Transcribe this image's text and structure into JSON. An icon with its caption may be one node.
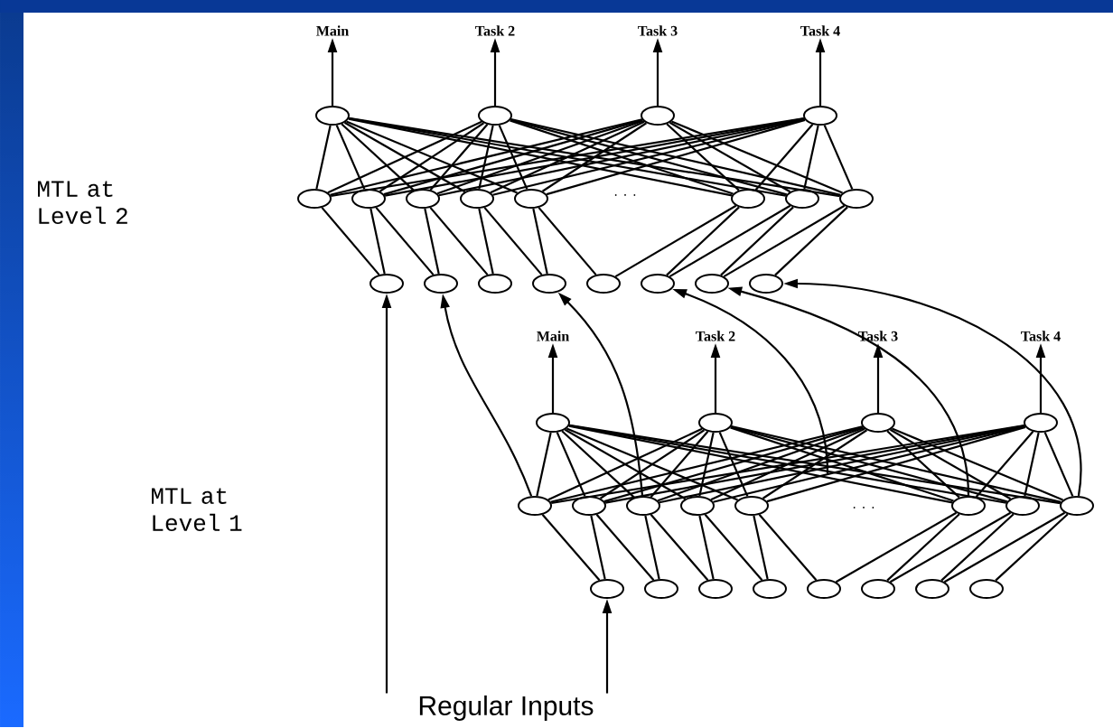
{
  "diagram": {
    "nodes": [
      {
        "text": [
          "Main"
        ]
      },
      {
        "text": [
          "Task 2"
        ]
      },
      {
        "text": [
          "Task 3"
        ]
      },
      {
        "text": [
          "Task 4"
        ]
      },
      {
        "text": [],
        "shape": "circle"
      },
      {
        "text": [],
        "shape": "circle"
      },
      {
        "text": [],
        "shape": "circle"
      },
      {
        "text": [],
        "shape": "circle"
      },
      {
        "text": [],
        "shape": "circle"
      },
      {
        "text": [],
        "shape": "circle"
      },
      {
        "text": [],
        "shape": "circle"
      },
      {
        "text": [],
        "shape": "circle"
      },
      {
        "text": [],
        "shape": "circle"
      },
      {
        "text": [],
        "shape": "circle"
      },
      {
        "text": [],
        "shape": "circle"
      },
      {
        "text": [],
        "shape": "circle"
      },
      {
        "text": [],
        "shape": "circle"
      },
      {
        "text": [],
        "shape": "circle"
      },
      {
        "text": [],
        "shape": "circle"
      },
      {
        "text": [],
        "shape": "circle"
      },
      {
        "text": [],
        "shape": "circle"
      },
      {
        "text": [],
        "shape": "circle"
      },
      {
        "text": [],
        "shape": "circle"
      },
      {
        "text": [],
        "shape": "circle"
      },
      {
        "text": [
          "Main"
        ]
      },
      {
        "text": [
          "Task 2"
        ]
      },
      {
        "text": [
          "Task 3"
        ]
      },
      {
        "text": [
          "Task 4"
        ]
      },
      {
        "text": [],
        "shape": "circle"
      },
      {
        "text": [],
        "shape": "circle"
      },
      {
        "text": [],
        "shape": "circle"
      },
      {
        "text": [],
        "shape": "circle"
      },
      {
        "text": [],
        "shape": "circle"
      },
      {
        "text": [],
        "shape": "circle"
      },
      {
        "text": [],
        "shape": "circle"
      },
      {
        "text": [],
        "shape": "circle"
      },
      {
        "text": [],
        "shape": "circle"
      },
      {
        "text": [],
        "shape": "circle"
      },
      {
        "text": [],
        "shape": "circle"
      },
      {
        "text": [],
        "shape": "circle"
      },
      {
        "text": [],
        "shape": "circle"
      },
      {
        "text": [],
        "shape": "circle"
      },
      {
        "text": [],
        "shape": "circle"
      },
      {
        "text": [],
        "shape": "circle"
      },
      {
        "text": [],
        "shape": "circle"
      },
      {
        "text": [],
        "shape": "circle"
      },
      {
        "text": [],
        "shape": "circle"
      },
      {
        "text": [],
        "shape": "circle"
      },
      {
        "text": [
          "Regular Inputs"
        ]
      }
    ],
    "edges": [
      {
        "from": 4,
        "to": 0,
        "arrow": "to"
      },
      {
        "from": 5,
        "to": 1,
        "arrow": "to"
      },
      {
        "from": 6,
        "to": 2,
        "arrow": "to"
      },
      {
        "from": 7,
        "to": 3,
        "arrow": "to"
      },
      {
        "from": 28,
        "to": 24,
        "arrow": "to"
      },
      {
        "from": 29,
        "to": 25,
        "arrow": "to"
      },
      {
        "from": 30,
        "to": 26,
        "arrow": "to"
      },
      {
        "from": 31,
        "to": 27,
        "arrow": "to"
      },
      {
        "from": 48,
        "to": 16,
        "arrow": "to"
      },
      {
        "from": 48,
        "to": 40,
        "arrow": "to"
      },
      {
        "from": 32,
        "to": 17,
        "arrow": "to"
      },
      {
        "from": 34,
        "to": 19,
        "arrow": "to"
      },
      {
        "from": null,
        "to": 21,
        "arrow": "to"
      },
      {
        "from": 37,
        "to": 22,
        "arrow": "to"
      },
      {
        "from": 39,
        "to": 23,
        "arrow": "to"
      },
      {
        "from": 4,
        "to": 8,
        "arrow": "none"
      },
      {
        "from": 4,
        "to": 9,
        "arrow": "none"
      },
      {
        "from": 4,
        "to": 10,
        "arrow": "none"
      },
      {
        "from": 4,
        "to": 11,
        "arrow": "none"
      },
      {
        "from": 4,
        "to": 12,
        "arrow": "none"
      },
      {
        "from": 4,
        "to": 13,
        "arrow": "none"
      },
      {
        "from": 4,
        "to": 14,
        "arrow": "none"
      },
      {
        "from": 4,
        "to": 15,
        "arrow": "none"
      },
      {
        "from": 5,
        "to": 8,
        "arrow": "none"
      },
      {
        "from": 5,
        "to": 9,
        "arrow": "none"
      },
      {
        "from": 5,
        "to": 10,
        "arrow": "none"
      },
      {
        "from": 5,
        "to": 11,
        "arrow": "none"
      },
      {
        "from": 5,
        "to": 12,
        "arrow": "none"
      },
      {
        "from": 5,
        "to": 13,
        "arrow": "none"
      },
      {
        "from": 5,
        "to": 14,
        "arrow": "none"
      },
      {
        "from": 5,
        "to": 15,
        "arrow": "none"
      },
      {
        "from": 6,
        "to": 8,
        "arrow": "none"
      },
      {
        "from": 6,
        "to": 9,
        "arrow": "none"
      },
      {
        "from": 6,
        "to": 10,
        "arrow": "none"
      },
      {
        "from": 6,
        "to": 11,
        "arrow": "none"
      },
      {
        "from": 6,
        "to": 12,
        "arrow": "none"
      },
      {
        "from": 6,
        "to": 13,
        "arrow": "none"
      },
      {
        "from": 6,
        "to": 14,
        "arrow": "none"
      },
      {
        "from": 6,
        "to": 15,
        "arrow": "none"
      },
      {
        "from": 7,
        "to": 8,
        "arrow": "none"
      },
      {
        "from": 7,
        "to": 9,
        "arrow": "none"
      },
      {
        "from": 7,
        "to": 10,
        "arrow": "none"
      },
      {
        "from": 7,
        "to": 11,
        "arrow": "none"
      },
      {
        "from": 7,
        "to": 12,
        "arrow": "none"
      },
      {
        "from": 7,
        "to": 13,
        "arrow": "none"
      },
      {
        "from": 7,
        "to": 14,
        "arrow": "none"
      },
      {
        "from": 7,
        "to": 15,
        "arrow": "none"
      },
      {
        "from": 8,
        "to": 16,
        "arrow": "none"
      },
      {
        "from": 9,
        "to": 16,
        "arrow": "none"
      },
      {
        "from": 9,
        "to": 17,
        "arrow": "none"
      },
      {
        "from": 10,
        "to": 17,
        "arrow": "none"
      },
      {
        "from": 10,
        "to": 18,
        "arrow": "none"
      },
      {
        "from": 11,
        "to": 18,
        "arrow": "none"
      },
      {
        "from": 11,
        "to": 19,
        "arrow": "none"
      },
      {
        "from": 12,
        "to": 19,
        "arrow": "none"
      },
      {
        "from": 12,
        "to": 20,
        "arrow": "none"
      },
      {
        "from": 13,
        "to": 20,
        "arrow": "none"
      },
      {
        "from": 13,
        "to": 21,
        "arrow": "none"
      },
      {
        "from": 14,
        "to": 21,
        "arrow": "none"
      },
      {
        "from": 14,
        "to": 22,
        "arrow": "none"
      },
      {
        "from": 15,
        "to": 22,
        "arrow": "none"
      },
      {
        "from": 15,
        "to": 23,
        "arrow": "none"
      },
      {
        "from": 28,
        "to": 32,
        "arrow": "none"
      },
      {
        "from": 28,
        "to": 33,
        "arrow": "none"
      },
      {
        "from": 28,
        "to": 34,
        "arrow": "none"
      },
      {
        "from": 28,
        "to": 35,
        "arrow": "none"
      },
      {
        "from": 28,
        "to": 36,
        "arrow": "none"
      },
      {
        "from": 28,
        "to": 37,
        "arrow": "none"
      },
      {
        "from": 28,
        "to": 38,
        "arrow": "none"
      },
      {
        "from": 28,
        "to": 39,
        "arrow": "none"
      },
      {
        "from": 29,
        "to": 32,
        "arrow": "none"
      },
      {
        "from": 29,
        "to": 33,
        "arrow": "none"
      },
      {
        "from": 29,
        "to": 34,
        "arrow": "none"
      },
      {
        "from": 29,
        "to": 35,
        "arrow": "none"
      },
      {
        "from": 29,
        "to": 36,
        "arrow": "none"
      },
      {
        "from": 29,
        "to": 37,
        "arrow": "none"
      },
      {
        "from": 29,
        "to": 38,
        "arrow": "none"
      },
      {
        "from": 29,
        "to": 39,
        "arrow": "none"
      },
      {
        "from": 30,
        "to": 32,
        "arrow": "none"
      },
      {
        "from": 30,
        "to": 33,
        "arrow": "none"
      },
      {
        "from": 30,
        "to": 34,
        "arrow": "none"
      },
      {
        "from": 30,
        "to": 35,
        "arrow": "none"
      },
      {
        "from": 30,
        "to": 36,
        "arrow": "none"
      },
      {
        "from": 30,
        "to": 37,
        "arrow": "none"
      },
      {
        "from": 30,
        "to": 38,
        "arrow": "none"
      },
      {
        "from": 30,
        "to": 39,
        "arrow": "none"
      },
      {
        "from": 31,
        "to": 32,
        "arrow": "none"
      },
      {
        "from": 31,
        "to": 33,
        "arrow": "none"
      },
      {
        "from": 31,
        "to": 34,
        "arrow": "none"
      },
      {
        "from": 31,
        "to": 35,
        "arrow": "none"
      },
      {
        "from": 31,
        "to": 36,
        "arrow": "none"
      },
      {
        "from": 31,
        "to": 37,
        "arrow": "none"
      },
      {
        "from": 31,
        "to": 38,
        "arrow": "none"
      },
      {
        "from": 31,
        "to": 39,
        "arrow": "none"
      },
      {
        "from": 32,
        "to": 40,
        "arrow": "none"
      },
      {
        "from": 33,
        "to": 40,
        "arrow": "none"
      },
      {
        "from": 33,
        "to": 41,
        "arrow": "none"
      },
      {
        "from": 34,
        "to": 41,
        "arrow": "none"
      },
      {
        "from": 34,
        "to": 42,
        "arrow": "none"
      },
      {
        "from": 35,
        "to": 42,
        "arrow": "none"
      },
      {
        "from": 35,
        "to": 43,
        "arrow": "none"
      },
      {
        "from": 36,
        "to": 43,
        "arrow": "none"
      },
      {
        "from": 36,
        "to": 44,
        "arrow": "none"
      },
      {
        "from": 37,
        "to": 44,
        "arrow": "none"
      },
      {
        "from": 37,
        "to": 45,
        "arrow": "none"
      },
      {
        "from": 38,
        "to": 45,
        "arrow": "none"
      },
      {
        "from": 38,
        "to": 46,
        "arrow": "none"
      },
      {
        "from": 39,
        "to": 46,
        "arrow": "none"
      },
      {
        "from": 39,
        "to": 47,
        "arrow": "none"
      }
    ],
    "labels": [
      "MTL at Level 2",
      "MTL at Level 1",
      ". . .",
      ". . ."
    ]
  }
}
